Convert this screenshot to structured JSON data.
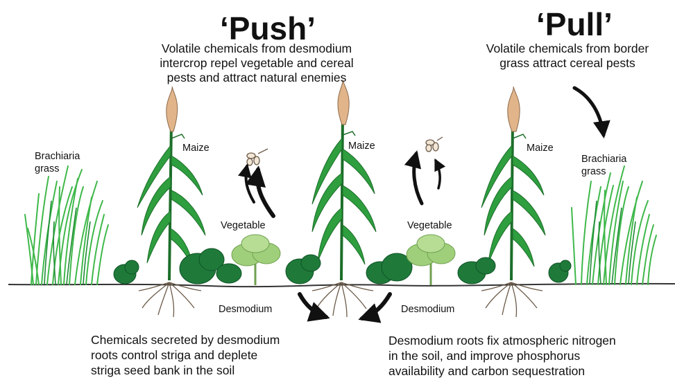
{
  "push": {
    "heading": "‘Push’",
    "description_lines": [
      "Volatile chemicals from desmodium",
      "intercrop repel vegetable and cereal",
      "pests and attract natural enemies"
    ]
  },
  "pull": {
    "heading": "‘Pull’",
    "description_lines": [
      "Volatile chemicals from border",
      "grass attract cereal pests"
    ]
  },
  "labels": {
    "brachiaria_left_lines": [
      "Brachiaria",
      "grass"
    ],
    "brachiaria_right_lines": [
      "Brachiaria",
      "grass"
    ],
    "maize": "Maize",
    "vegetable": "Vegetable",
    "desmodium": "Desmodium"
  },
  "bottom": {
    "left_lines": [
      "Chemicals secreted by desmodium",
      "roots control striga and deplete",
      "striga seed bank in the soil"
    ],
    "right_lines": [
      "Desmodium roots fix atmospheric nitrogen",
      "in the soil, and improve phosphorus",
      "availability and carbon sequestration"
    ]
  },
  "colors": {
    "maize_green": "#2e9e3e",
    "maize_dark": "#1c6e2a",
    "grass_green": "#4cc24c",
    "desmodium_green": "#1f7a3a",
    "vegetable_green": "#9fcf7a",
    "tassel": "#e2b48a",
    "soil_line": "#333333",
    "root": "#6b5a48",
    "arrow": "#111111"
  }
}
